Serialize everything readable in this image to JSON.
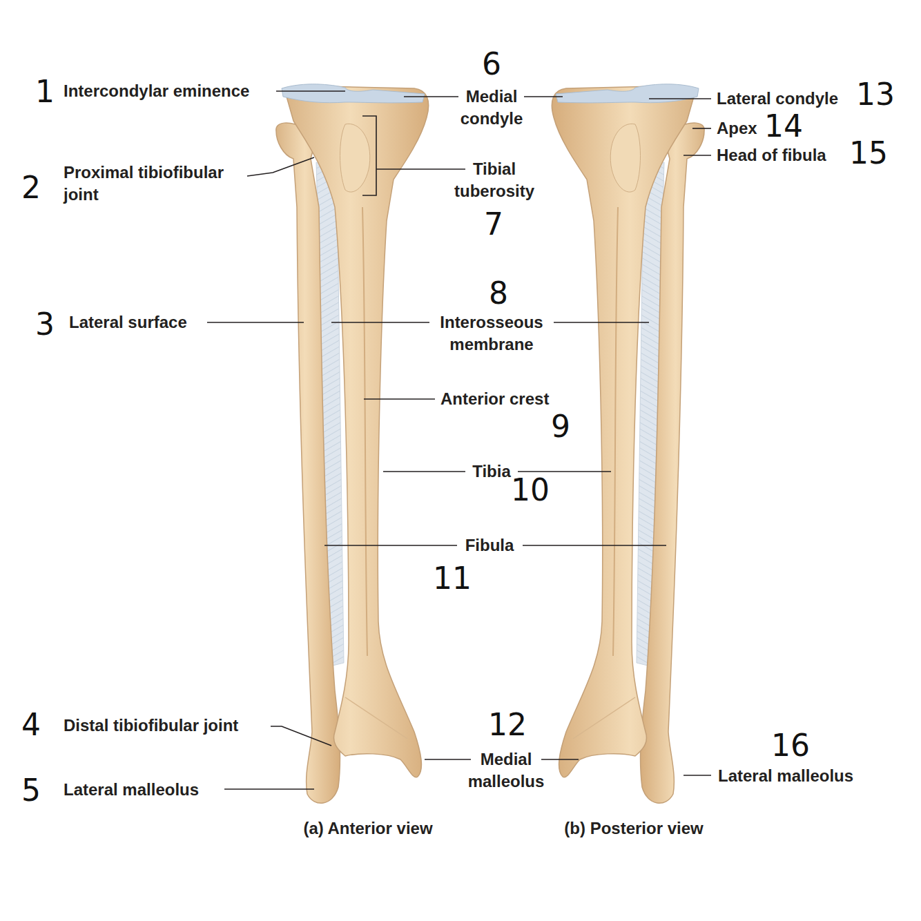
{
  "diagram": {
    "labels": [
      "1",
      "Intercondylar eminence",
      "6",
      "Medial condyle",
      "Lateral condyle",
      "13",
      "Apex",
      "14",
      "Head of fibula",
      "15",
      "2",
      "Proximal tibiofibular joint",
      "Tibial tuberosity",
      "7",
      "8",
      "3",
      "Lateral surface",
      "Interosseous membrane",
      "Anterior crest",
      "9",
      "Tibia",
      "10",
      "Fibula",
      "11",
      "4",
      "Distal tibiofibular joint",
      "12",
      "Medial malleolus",
      "16",
      "5",
      "Lateral malleolus",
      "Lateral malleolus",
      "(a) Anterior view",
      "(b) Posterior view"
    ]
  }
}
